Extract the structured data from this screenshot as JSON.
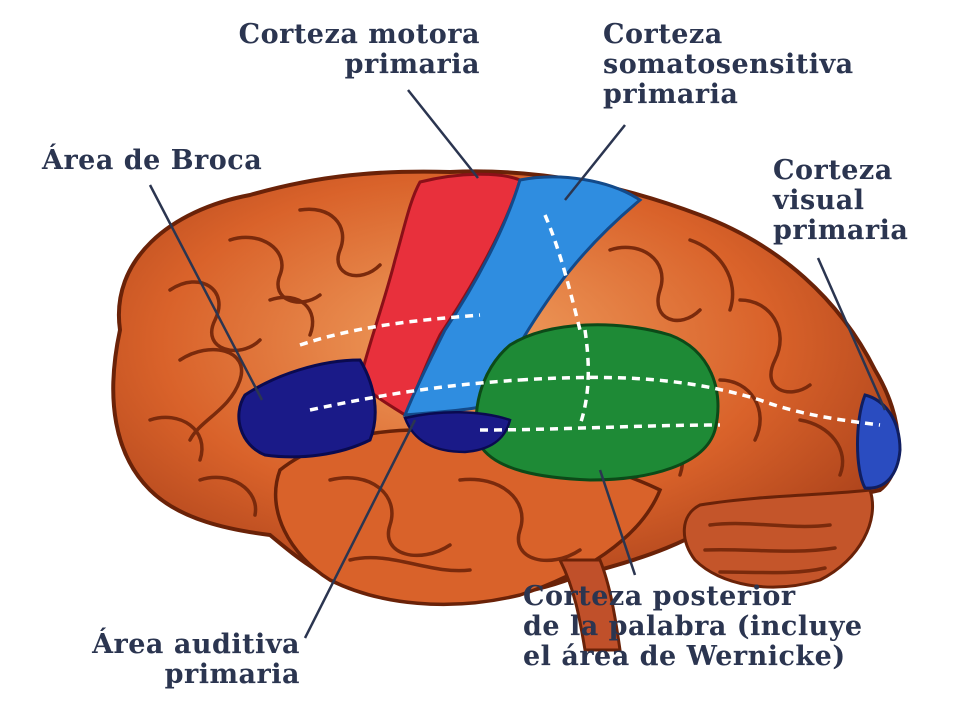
{
  "labels": {
    "motor": [
      "Corteza motora",
      "primaria"
    ],
    "somato": [
      "Corteza",
      "somatosensitiva",
      "primaria"
    ],
    "broca": [
      "Área de Broca"
    ],
    "visual": [
      "Corteza",
      "visual",
      "primaria"
    ],
    "auditiva": [
      "Área auditiva",
      "primaria"
    ],
    "wernicke": [
      "Corteza posterior",
      "de la palabra (incluye",
      "el área de Wernicke)"
    ]
  },
  "colors": {
    "cortex": "#d9622a",
    "cortex_dark": "#8a2e10",
    "motor": "#e8303c",
    "somato": "#2f8de0",
    "broca": "#1a1a88",
    "auditiva": "#1a1a88",
    "wernicke": "#1e8a36",
    "visual": "#2a4cc0",
    "text": "#2b3550"
  }
}
